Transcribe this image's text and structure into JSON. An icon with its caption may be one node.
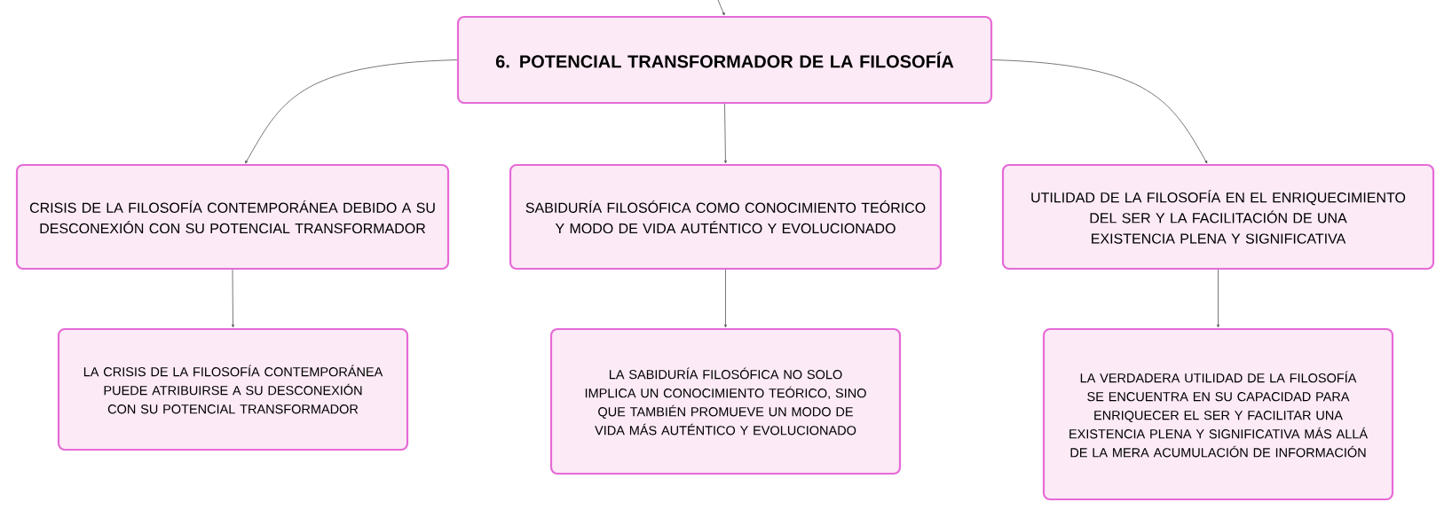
{
  "diagram": {
    "nodes": [
      {
        "text": [
          "6. POTENCIAL TRANSFORMADOR DE LA FILOSOFÍA"
        ]
      },
      {
        "text": [
          "CRISIS DE LA FILOSOFÍA CONTEMPORÁNEA DEBIDO A SU DESCONEXIÓN CON SU POTENCIAL TRANSFORMADOR"
        ]
      },
      {
        "text": [
          "SABIDURÍA FILOSÓFICA COMO CONOCIMIENTO TEÓRICO Y MODO DE VIDA AUTÉNTICO Y EVOLUCIONADO"
        ]
      },
      {
        "text": [
          "UTILIDAD DE LA FILOSOFÍA EN EL ENRIQUECIMIENTO DEL SER Y LA FACILITACIÓN DE UNA EXISTENCIA PLENA Y SIGNIFICATIVA"
        ]
      },
      {
        "text": [
          "LA CRISIS DE LA FILOSOFÍA CONTEMPORÁNEA PUEDE ATRIBUIRSE A SU DESCONEXIÓN CON SU POTENCIAL TRANSFORMADOR"
        ]
      },
      {
        "text": [
          "LA SABIDURÍA FILOSÓFICA NO SOLO IMPLICA UN CONOCIMIENTO TEÓRICO, SINO QUE TAMBIÉN PROMUEVE UN MODO DE VIDA MÁS AUTÉNTICO Y EVOLUCIONADO"
        ]
      },
      {
        "text": [
          "LA VERDADERA UTILIDAD DE LA FILOSOFÍA SE ENCUENTRA EN SU CAPACIDAD PARA ENRIQUECER EL SER Y FACILITAR UNA EXISTENCIA PLENA Y SIGNIFICATIVA MÁS ALLÁ DE LA MERA ACUMULACIÓN DE INFORMACIÓN"
        ]
      }
    ],
    "edges": [
      {
        "from": null,
        "to": 0,
        "arrow": "to"
      },
      {
        "from": 0,
        "to": 1,
        "arrow": "to"
      },
      {
        "from": 0,
        "to": 2,
        "arrow": "to"
      },
      {
        "from": 0,
        "to": 3,
        "arrow": "to"
      },
      {
        "from": 1,
        "to": 4,
        "arrow": "to"
      },
      {
        "from": 2,
        "to": 5,
        "arrow": "to"
      },
      {
        "from": 3,
        "to": 6,
        "arrow": "to"
      }
    ]
  }
}
